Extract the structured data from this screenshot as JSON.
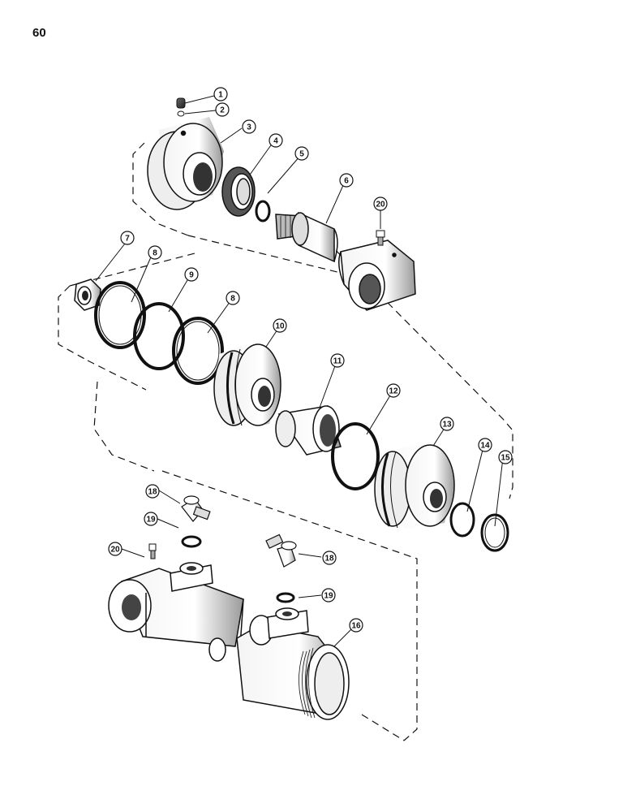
{
  "page": {
    "number": "60"
  },
  "callouts": [
    "1",
    "2",
    "3",
    "4",
    "5",
    "6",
    "20",
    "7",
    "8",
    "9",
    "8",
    "10",
    "11",
    "12",
    "13",
    "14",
    "15",
    "18",
    "19",
    "20",
    "18",
    "19",
    "16"
  ],
  "colors": {
    "ink": "#111111",
    "paper": "#ffffff",
    "shade": "#cfcfcf"
  }
}
